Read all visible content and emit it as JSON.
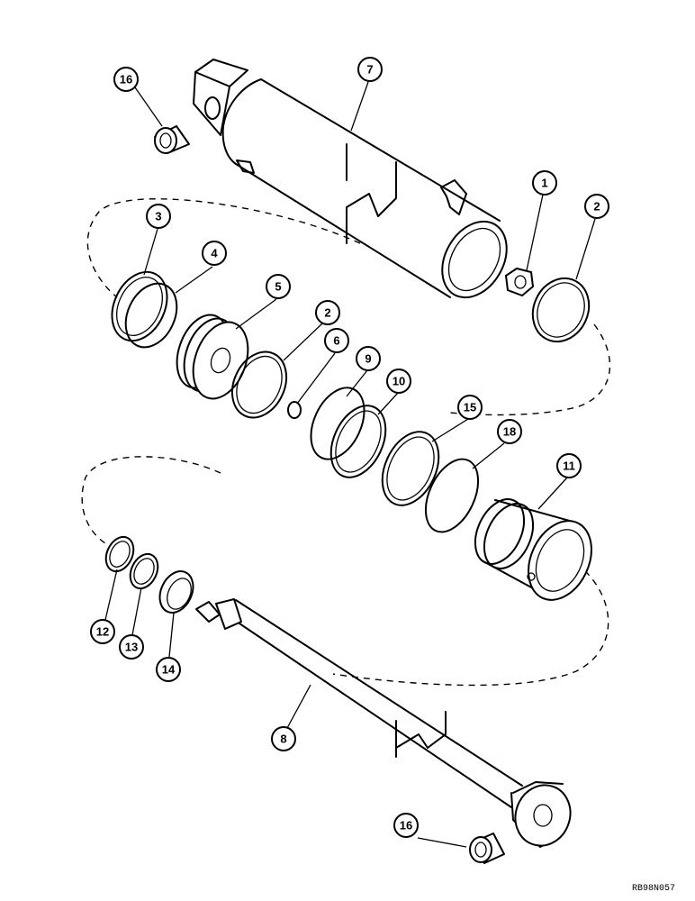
{
  "diagram": {
    "reference_code": "RB98N057",
    "callouts": {
      "c16a": "16",
      "c7": "7",
      "c1": "1",
      "c2a": "2",
      "c3": "3",
      "c4": "4",
      "c5": "5",
      "c2b": "2",
      "c6": "6",
      "c9": "9",
      "c10": "10",
      "c15": "15",
      "c18": "18",
      "c11": "11",
      "c12": "12",
      "c13": "13",
      "c14": "14",
      "c8": "8",
      "c16b": "16"
    }
  }
}
